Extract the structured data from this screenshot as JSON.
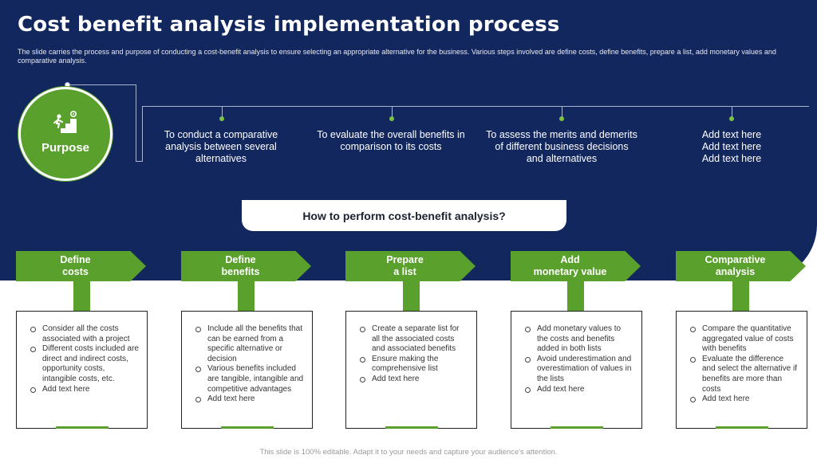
{
  "title": "Cost benefit analysis implementation process",
  "subtitle": "The slide carries the process and purpose of conducting a cost-benefit analysis to ensure selecting an appropriate alternative for the business. Various steps involved are define costs, define benefits, prepare a list, add monetary values and comparative analysis.",
  "purpose": {
    "label": "Purpose",
    "icon": "stairs-goal-icon",
    "items": [
      "To conduct a comparative analysis between several alternatives",
      "To evaluate the overall benefits in comparison to its costs",
      "To assess the merits and demerits of different business decisions and alternatives",
      "Add text here\nAdd text here\nAdd text here"
    ]
  },
  "howto": "How to perform cost-benefit analysis?",
  "steps": [
    {
      "title": "Define\ncosts",
      "bullets": [
        "Consider all the costs associated with a project",
        "Different costs included are direct and indirect costs, opportunity costs, intangible costs, etc.",
        "Add text here"
      ]
    },
    {
      "title": "Define\nbenefits",
      "bullets": [
        "Include all the benefits that can be earned from a specific alternative or decision",
        "Various benefits included are tangible, intangible and competitive advantages",
        "Add text here"
      ]
    },
    {
      "title": "Prepare\na list",
      "bullets": [
        "Create a separate list for all the associated costs and associated benefits",
        "Ensure making the comprehensive list",
        "Add text here"
      ]
    },
    {
      "title": "Add\nmonetary value",
      "bullets": [
        "Add monetary values to the costs and benefits added in both lists",
        "Avoid underestimation and overestimation of values in the lists",
        "Add text here"
      ]
    },
    {
      "title": "Comparative\nanalysis",
      "bullets": [
        "Compare the quantitative aggregated value of costs with benefits",
        "Evaluate the difference and select the alternative if benefits are more than costs",
        "Add text here"
      ]
    }
  ],
  "footer": "This slide is 100% editable. Adapt it to your needs and capture your audience's attention.",
  "colors": {
    "navy": "#13275f",
    "green": "#5aa02c",
    "light_green": "#7cc242"
  }
}
